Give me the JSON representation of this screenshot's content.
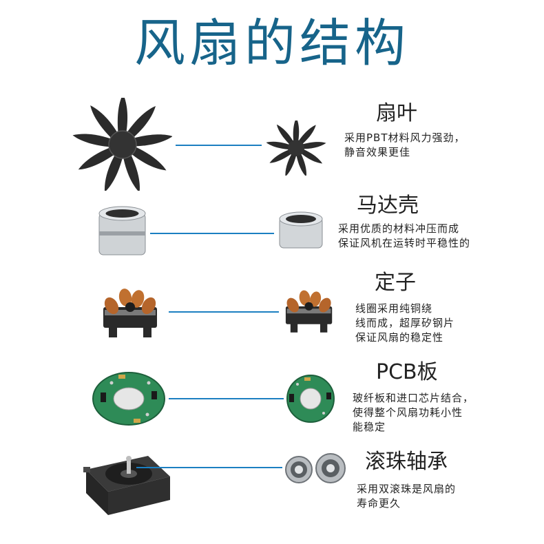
{
  "title": "风扇的结构",
  "components": [
    {
      "label": "扇叶",
      "icon": "fan-blade-icon",
      "desc": [
        "采用PBT材料风力强劲，",
        "静音效果更佳"
      ]
    },
    {
      "label": "马达壳",
      "icon": "motor-shell-icon",
      "desc": [
        "采用优质的材料冲压而成",
        "保证风机在运转时平稳性的"
      ]
    },
    {
      "label": "定子",
      "icon": "stator-icon",
      "desc": [
        "线圈采用纯铜绕",
        "线而成，超厚矽钢片",
        "保证风扇的稳定性"
      ]
    },
    {
      "label": "PCB板",
      "icon": "pcb-board-icon",
      "desc": [
        "玻纤板和进口芯片结合，",
        "使得整个风扇功耗小性",
        "能稳定"
      ]
    },
    {
      "label": "滚珠轴承",
      "icon": "ball-bearing-icon",
      "desc": [
        "采用双滚珠是风扇的",
        "寿命更久"
      ]
    }
  ],
  "colors": {
    "title": "#17648a",
    "connector": "#1b7fc1"
  }
}
